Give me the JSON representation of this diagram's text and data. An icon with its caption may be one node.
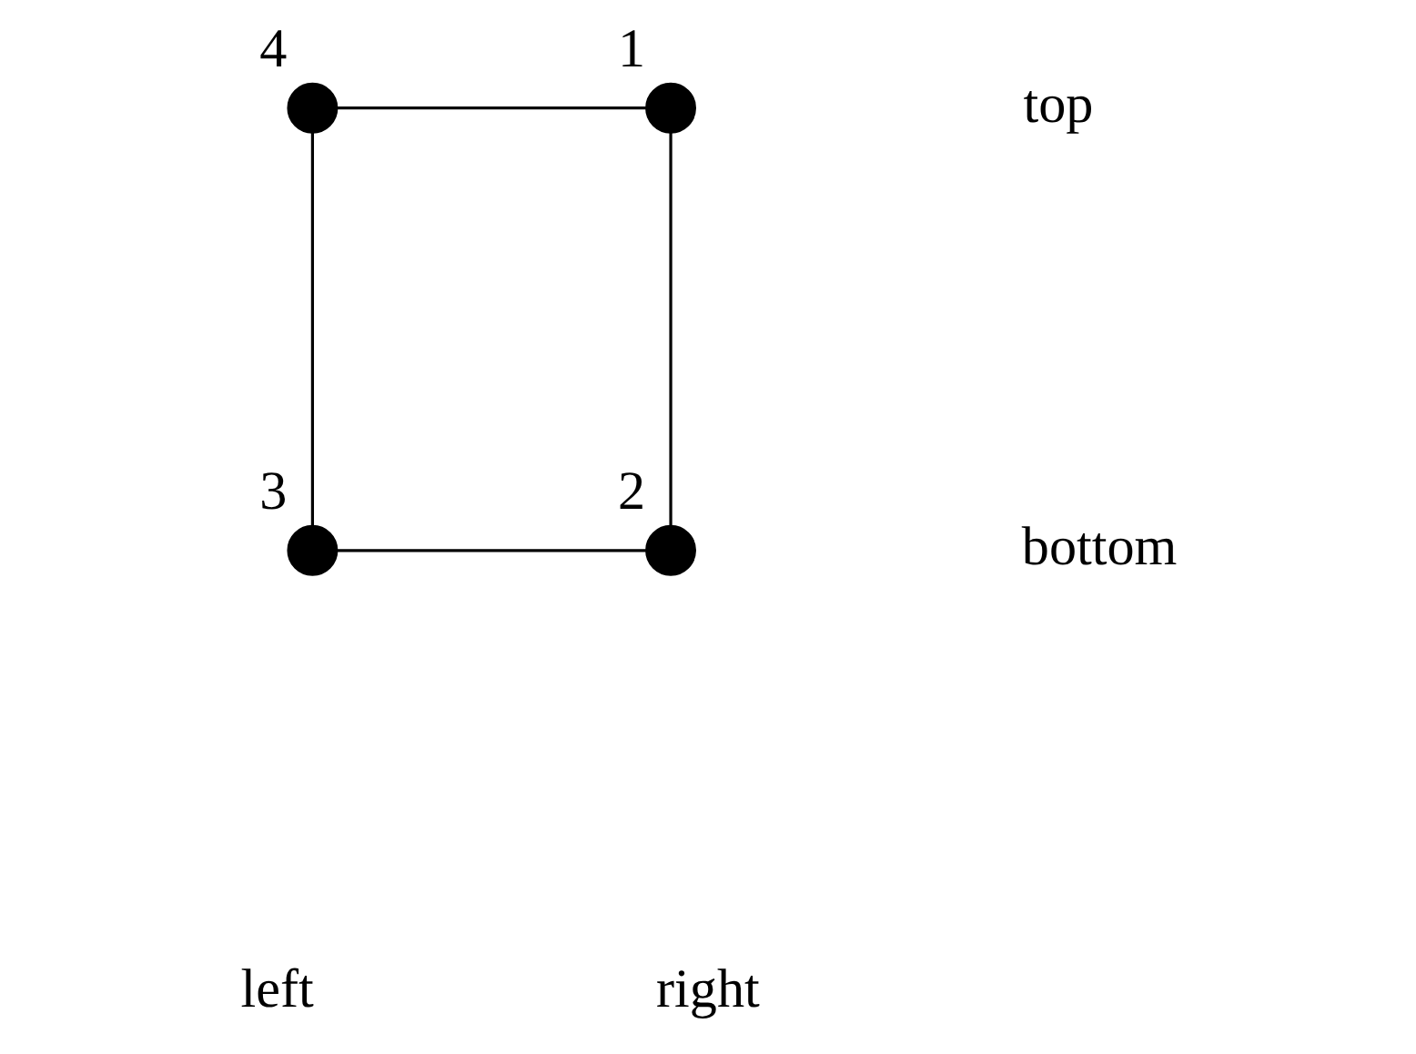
{
  "diagram": {
    "nodes": [
      {
        "text": [],
        "shape": "circle",
        "beside": [
          "4"
        ]
      },
      {
        "text": [],
        "shape": "circle",
        "beside": [
          "1"
        ]
      },
      {
        "text": [],
        "shape": "circle",
        "beside": [
          "3"
        ]
      },
      {
        "text": [],
        "shape": "circle",
        "beside": [
          "2"
        ]
      }
    ],
    "edges": [
      {
        "from": 0,
        "to": 1,
        "arrow": "none"
      },
      {
        "from": 1,
        "to": 3,
        "arrow": "none"
      },
      {
        "from": 3,
        "to": 2,
        "arrow": "none"
      },
      {
        "from": 2,
        "to": 0,
        "arrow": "none"
      }
    ],
    "labels": [
      "top",
      "bottom",
      "left",
      "right"
    ]
  }
}
